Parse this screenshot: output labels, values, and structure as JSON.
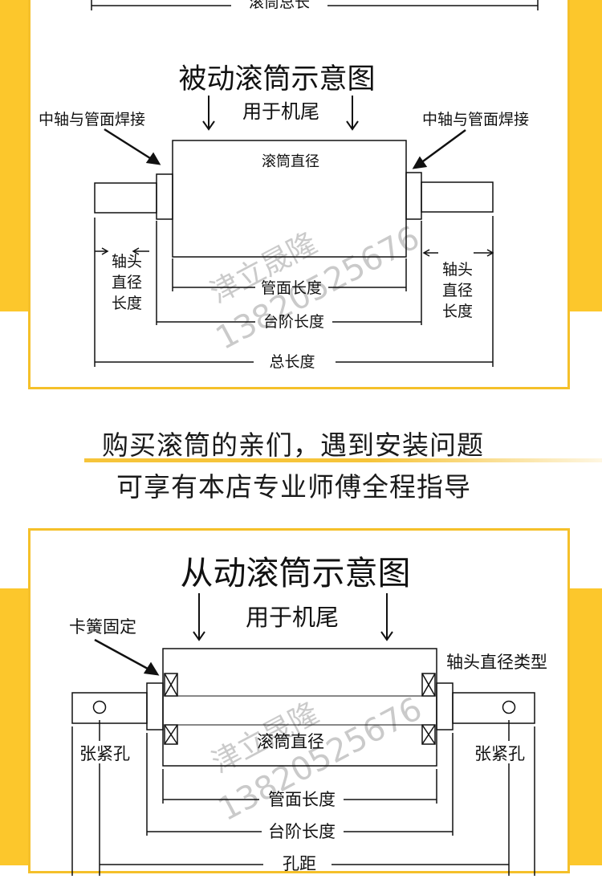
{
  "top_cut_label": "滚筒总长",
  "driven_diagram": {
    "title": "被动滚筒示意图",
    "subtitle": "用于机尾",
    "left_weld_label": "中轴与管面焊接",
    "right_weld_label": "中轴与管面焊接",
    "drum_diameter_label": "滚筒直径",
    "left_shaft_label": [
      "轴头",
      "直径",
      "长度"
    ],
    "right_shaft_label": [
      "轴头",
      "直径",
      "长度"
    ],
    "tube_length_label": "管面长度",
    "step_length_label": "台阶长度",
    "total_length_label": "总长度",
    "watermark_name": "津立晟隆",
    "watermark_phone": "13820525676"
  },
  "promo": {
    "line1": "购买滚筒的亲们，遇到安装问题",
    "line2": "可享有本店专业师傅全程指导"
  },
  "follower_diagram": {
    "title": "从动滚筒示意图",
    "subtitle": "用于机尾",
    "circlip_label": "卡簧固定",
    "shaft_type_label": "轴头直径类型",
    "left_hole_label": "张紧孔",
    "right_hole_label": "张紧孔",
    "drum_diameter_label": "滚筒直径",
    "tube_length_label": "管面长度",
    "step_length_label": "台阶长度",
    "hole_distance_label": "孔距",
    "watermark_name": "津立晟隆",
    "watermark_phone": "13820525676"
  }
}
